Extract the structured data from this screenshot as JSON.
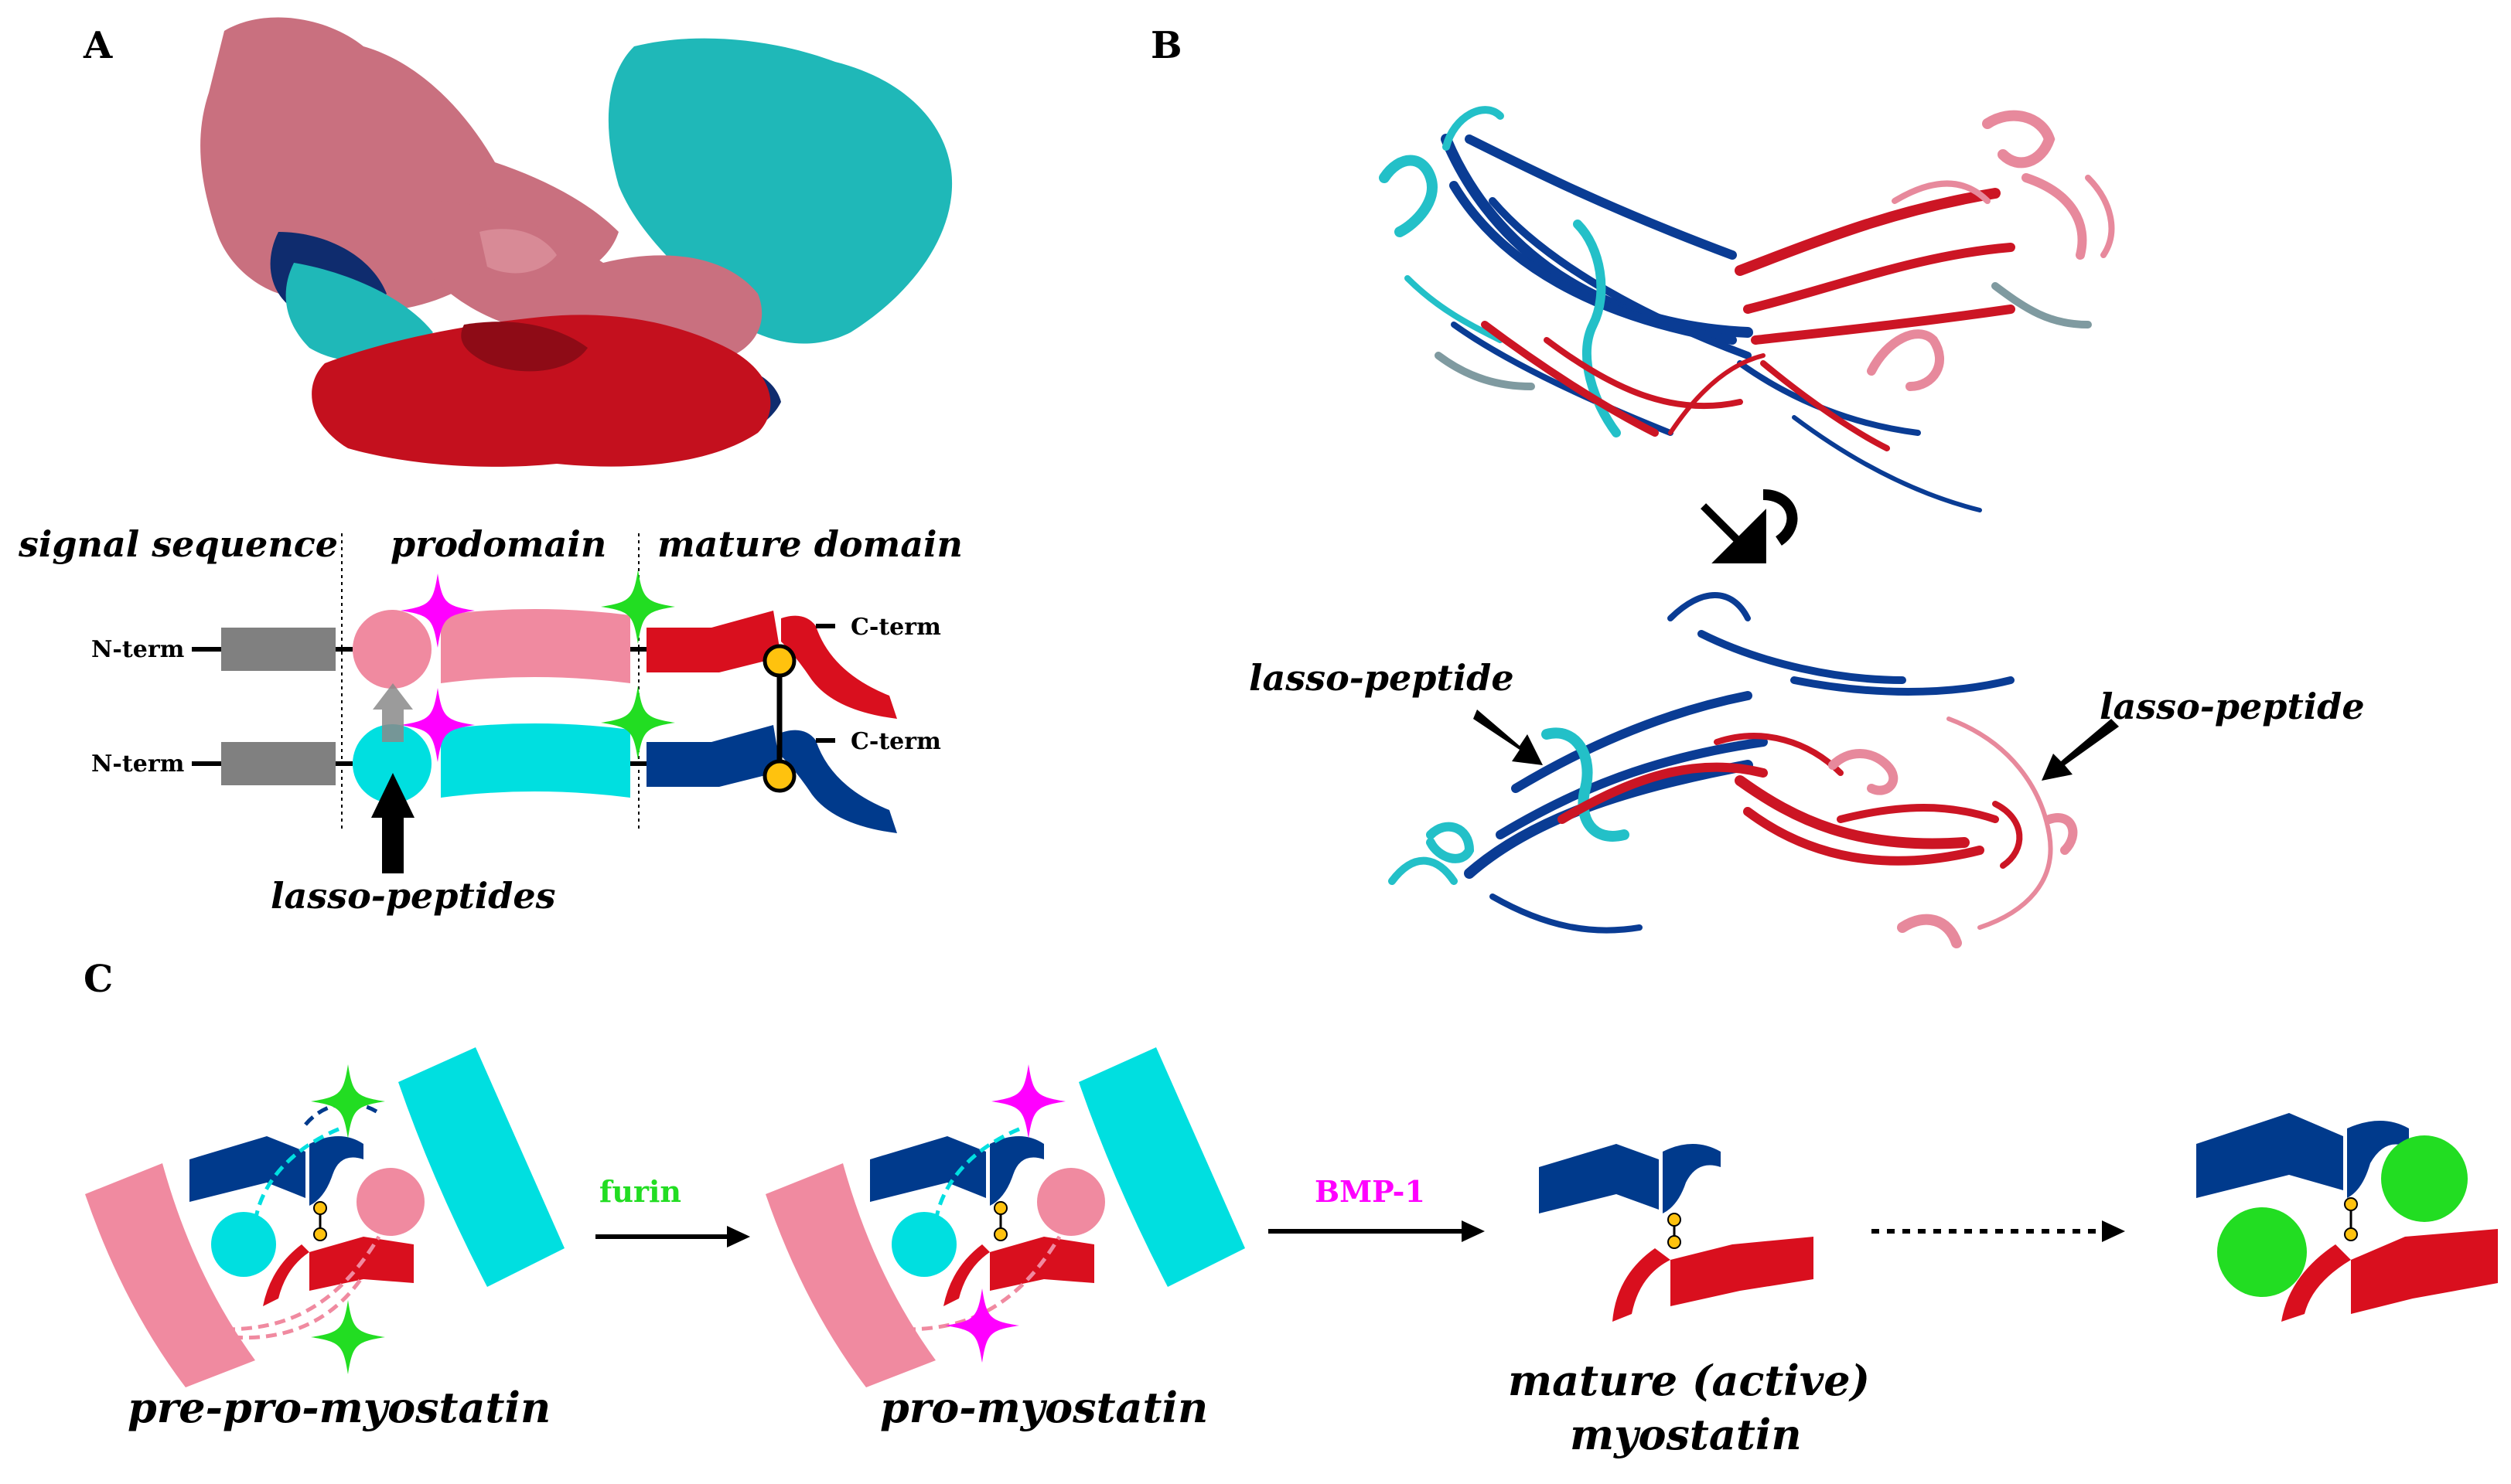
{
  "panels": {
    "a": "A",
    "b": "B",
    "c": "C"
  },
  "panel_a": {
    "signal_sequence": "signal sequence",
    "prodomain": "prodomain",
    "mature_domain": "mature domain",
    "n_term": "N-term",
    "c_term": "C-term",
    "lasso_peptides": "lasso-peptides"
  },
  "panel_b": {
    "lasso_left": "lasso-peptide",
    "lasso_right": "lasso-peptide"
  },
  "panel_c": {
    "furin": "furin",
    "bmp1": "BMP-1",
    "pre_pro": "pre-pro-myostatin",
    "pro": "pro-myostatin",
    "mature_line1": "mature (active)",
    "mature_line2": "myostatin"
  },
  "colors": {
    "pink": "#f08aa0",
    "cyan": "#00dfe0",
    "red": "#d90f1e",
    "navy": "#003a8c",
    "gray": "#808080",
    "magenta": "#ff00ff",
    "green": "#22dd22",
    "gold": "#ffc20e"
  }
}
